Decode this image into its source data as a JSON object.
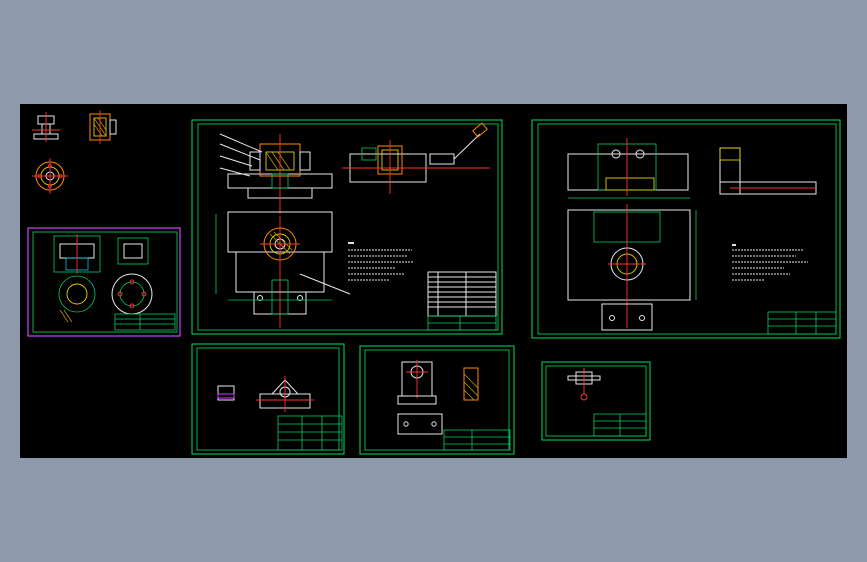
{
  "app": {
    "background": "#8d9aab",
    "canvas_background": "#000000"
  },
  "colors": {
    "frame": "#00e060",
    "outline": "#e8e8e8",
    "center_line": "#ff3030",
    "hatch": "#d0a000",
    "highlight": "#d040ff",
    "part": "#ff8a00"
  },
  "sheets": [
    {
      "id": "thumb-parts",
      "type": "part-views"
    },
    {
      "id": "selected-sheet",
      "type": "assembly-thumbnail",
      "selected": true
    },
    {
      "id": "main-assembly",
      "type": "fixture-assembly"
    },
    {
      "id": "right-part",
      "type": "part-drawing"
    },
    {
      "id": "small-1",
      "type": "part-drawing"
    },
    {
      "id": "small-2",
      "type": "part-drawing"
    },
    {
      "id": "small-3",
      "type": "part-drawing"
    }
  ]
}
